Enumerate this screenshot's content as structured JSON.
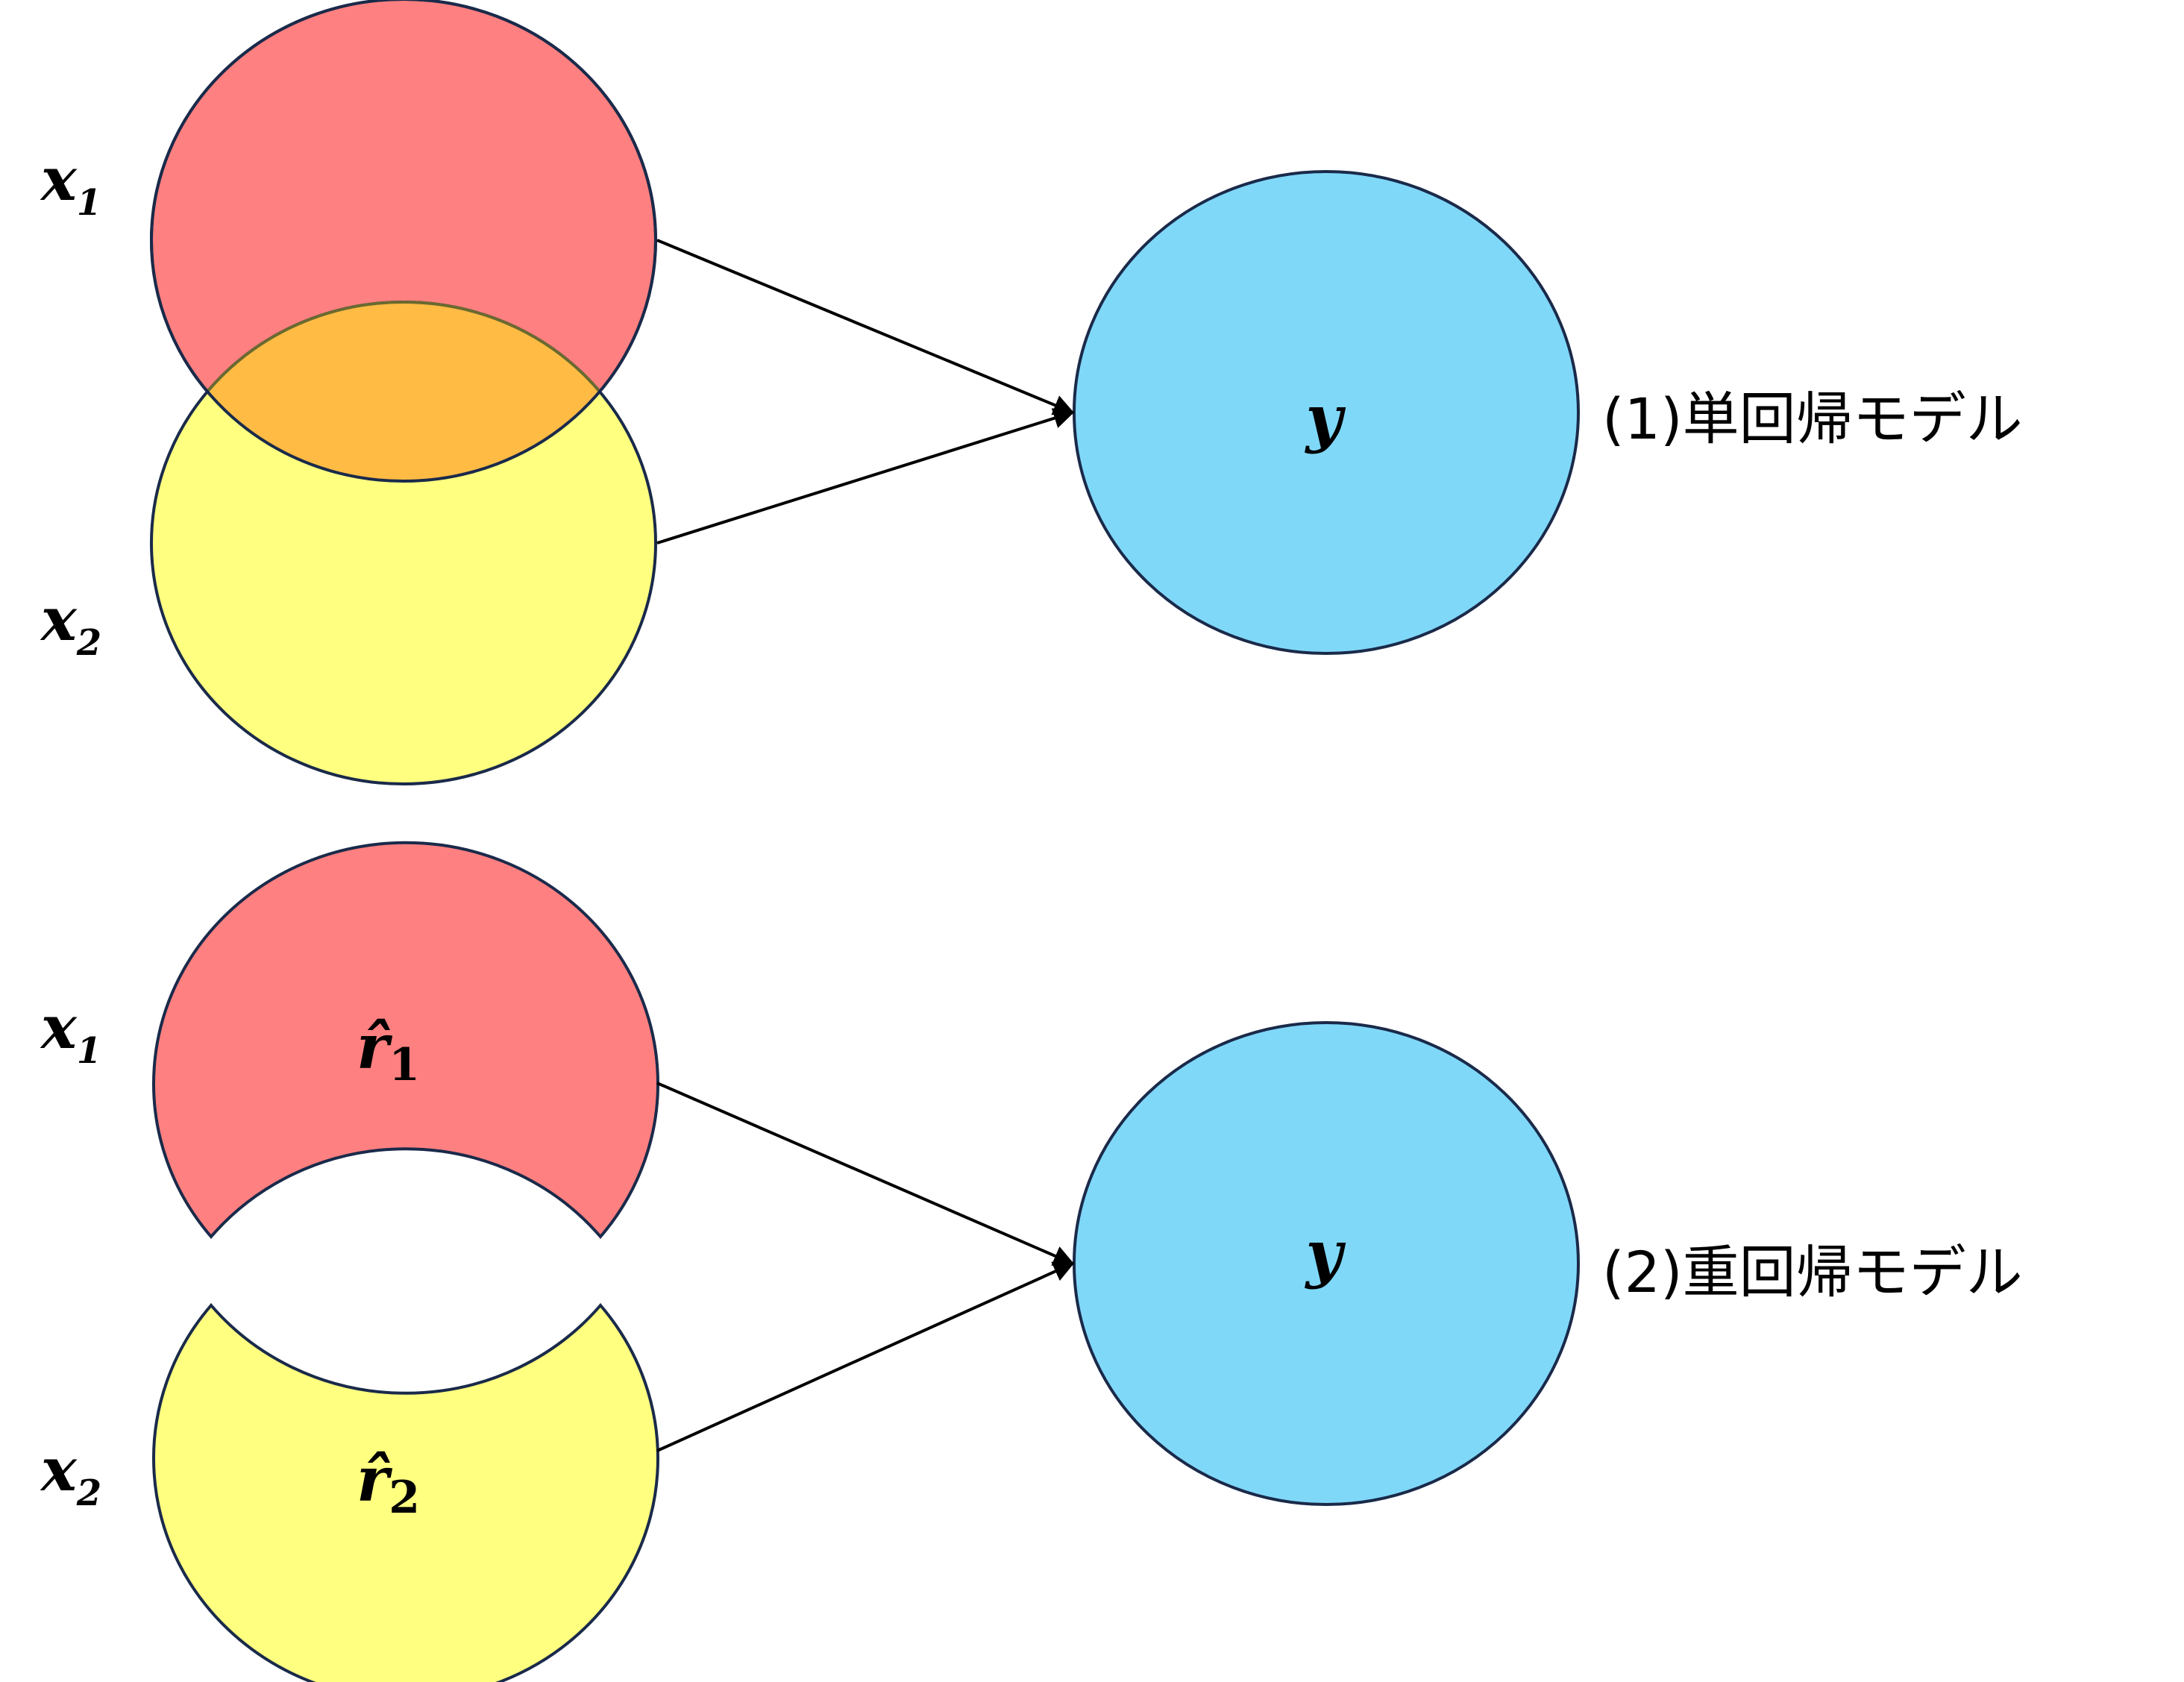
{
  "top_panel": {
    "x1_label": "x",
    "x1_sub": "1",
    "x2_label": "x",
    "x2_sub": "2",
    "y_label": "y",
    "caption": "(1)単回帰モデル"
  },
  "bottom_panel": {
    "x1_label": "x",
    "x1_sub": "1",
    "x2_label": "x",
    "x2_sub": "2",
    "r1_label": "r̂",
    "r1_sub": "1",
    "r2_label": "r̂",
    "r2_sub": "2",
    "y_label": "y",
    "caption": "(2)重回帰モデル"
  },
  "colors": {
    "x1_fill": "#ff8080",
    "x2_fill": "#ffff80",
    "overlap_fill": "#ffbb44",
    "y_fill": "#80d8f8",
    "outline": "#1a2a4a",
    "arrow": "#000000"
  }
}
